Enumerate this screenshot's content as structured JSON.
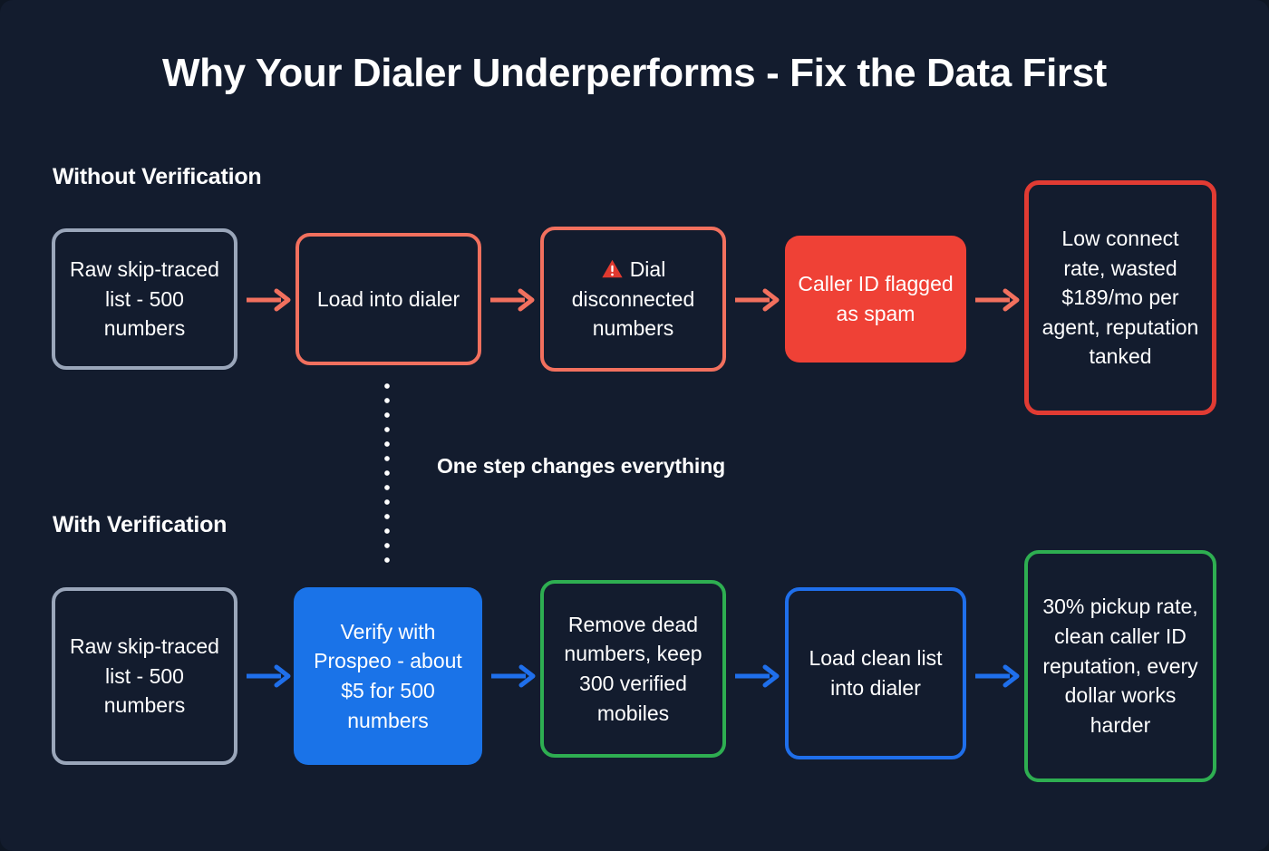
{
  "page": {
    "title": "Why Your Dialer Underperforms - Fix the Data First",
    "background_color": "#131c2e",
    "divider_note": "One step changes everything"
  },
  "colors": {
    "grey_border": "#9aa6ba",
    "salmon": "#f2705e",
    "red": "#e13b33",
    "red_fill": "#ef4136",
    "green": "#2eae51",
    "blue": "#1f6feb",
    "blue_fill": "#1a73e8",
    "text": "#ffffff"
  },
  "flows": [
    {
      "id": "without-verification",
      "label": "Without Verification",
      "arrow_color": "#f2705e",
      "steps": [
        {
          "id": "raw-list",
          "text": "Raw skip-traced list - 500 numbers",
          "style": "outline-grey",
          "icon": null
        },
        {
          "id": "load-dialer",
          "text": "Load into dialer",
          "style": "outline-salmon",
          "icon": null
        },
        {
          "id": "dial-disconnected",
          "text": "Dial disconnected numbers",
          "style": "outline-salmon",
          "icon": "warning-icon"
        },
        {
          "id": "caller-id-spam",
          "text": "Caller ID flagged as spam",
          "style": "fill-red",
          "icon": null
        },
        {
          "id": "bad-outcome",
          "text": "Low connect rate, wasted $189/mo per agent, reputation tanked",
          "style": "outline-red",
          "icon": null
        }
      ]
    },
    {
      "id": "with-verification",
      "label": "With Verification",
      "arrow_color": "#1f6feb",
      "steps": [
        {
          "id": "raw-list-2",
          "text": "Raw skip-traced list - 500 numbers",
          "style": "outline-grey",
          "icon": null
        },
        {
          "id": "verify-prospeo",
          "text": "Verify with Prospeo - about $5 for 500 numbers",
          "style": "fill-blue",
          "icon": null
        },
        {
          "id": "remove-dead",
          "text": "Remove dead numbers, keep 300 verified mobiles",
          "style": "outline-green",
          "icon": null
        },
        {
          "id": "load-clean",
          "text": "Load clean list into dialer",
          "style": "outline-blue",
          "icon": null
        },
        {
          "id": "good-outcome",
          "text": "30% pickup rate, clean caller ID reputation, every dollar works harder",
          "style": "outline-green",
          "icon": null
        }
      ]
    }
  ],
  "stats": {
    "raw_numbers": "500",
    "verified_mobiles": "300",
    "verification_cost": "about $5",
    "wasted_monthly_per_agent": "$189/mo",
    "pickup_rate": "30%"
  }
}
